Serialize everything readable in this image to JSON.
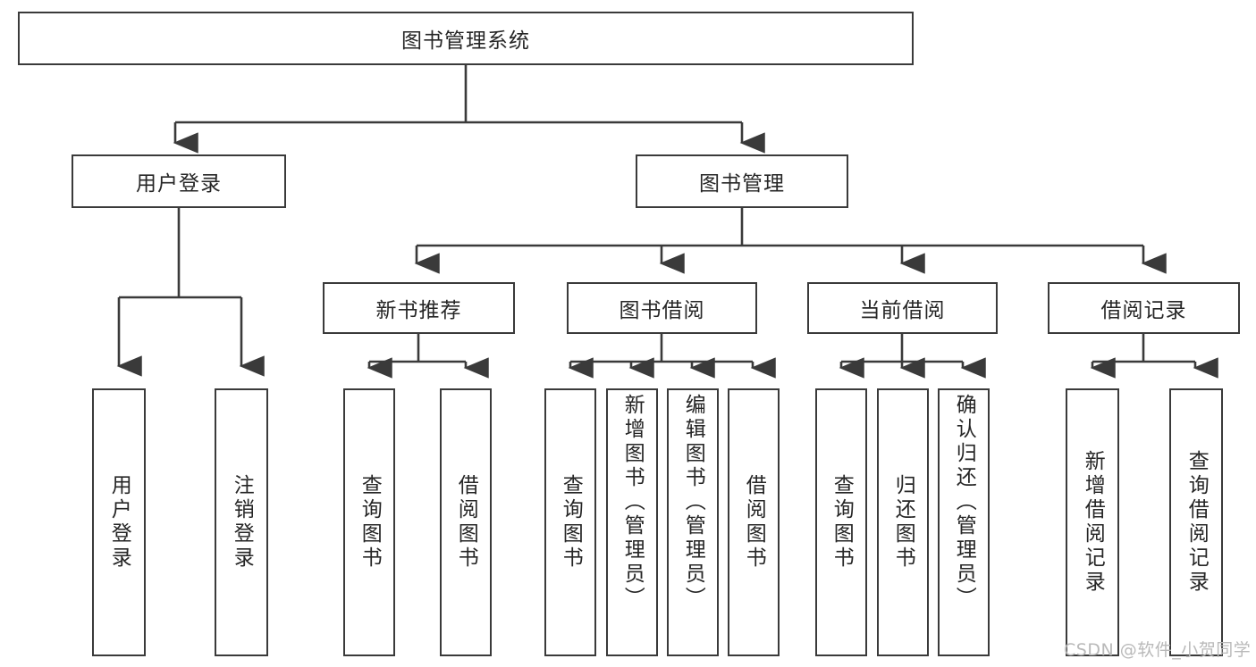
{
  "diagram": {
    "title": "图书管理系统",
    "type": "hierarchy-tree",
    "watermark": "CSDN @软件_小贺同学",
    "colors": {
      "background": "#ffffff",
      "box_border": "#3a3a3a",
      "text": "#262626",
      "edge": "#3a3a3a",
      "watermark": "#b9b9b9"
    },
    "nodes": {
      "root": {
        "label": "图书管理系统"
      },
      "level1": [
        {
          "id": "user-login",
          "label": "用户登录"
        },
        {
          "id": "book-manage",
          "label": "图书管理"
        }
      ],
      "level2": [
        {
          "id": "new-book-recommend",
          "label": "新书推荐"
        },
        {
          "id": "book-borrow",
          "label": "图书借阅"
        },
        {
          "id": "current-borrow",
          "label": "当前借阅"
        },
        {
          "id": "borrow-record",
          "label": "借阅记录"
        }
      ],
      "leaves": {
        "user-login": [
          {
            "id": "leaf-user-login",
            "label": "用户登录",
            "align": "center"
          },
          {
            "id": "leaf-user-logout",
            "label": "注销登录",
            "align": "center"
          }
        ],
        "new-book-recommend": [
          {
            "id": "leaf-query-book-1",
            "label": "查询图书",
            "align": "center"
          },
          {
            "id": "leaf-borrow-book-1",
            "label": "借阅图书",
            "align": "center"
          }
        ],
        "book-borrow": [
          {
            "id": "leaf-query-book-2",
            "label": "查询图书",
            "align": "center"
          },
          {
            "id": "leaf-add-book-admin",
            "label": "新增图书（管理员）",
            "align": "top"
          },
          {
            "id": "leaf-edit-book-admin",
            "label": "编辑图书（管理员）",
            "align": "top"
          },
          {
            "id": "leaf-borrow-book-2",
            "label": "借阅图书",
            "align": "center"
          }
        ],
        "current-borrow": [
          {
            "id": "leaf-query-book-3",
            "label": "查询图书",
            "align": "center"
          },
          {
            "id": "leaf-return-book",
            "label": "归还图书",
            "align": "center"
          },
          {
            "id": "leaf-confirm-return-admin",
            "label": "确认归还（管理员）",
            "align": "top"
          }
        ],
        "borrow-record": [
          {
            "id": "leaf-add-borrow-record",
            "label": "新增借阅记录",
            "align": "center"
          },
          {
            "id": "leaf-query-borrow-record",
            "label": "查询借阅记录",
            "align": "center"
          }
        ]
      }
    }
  }
}
